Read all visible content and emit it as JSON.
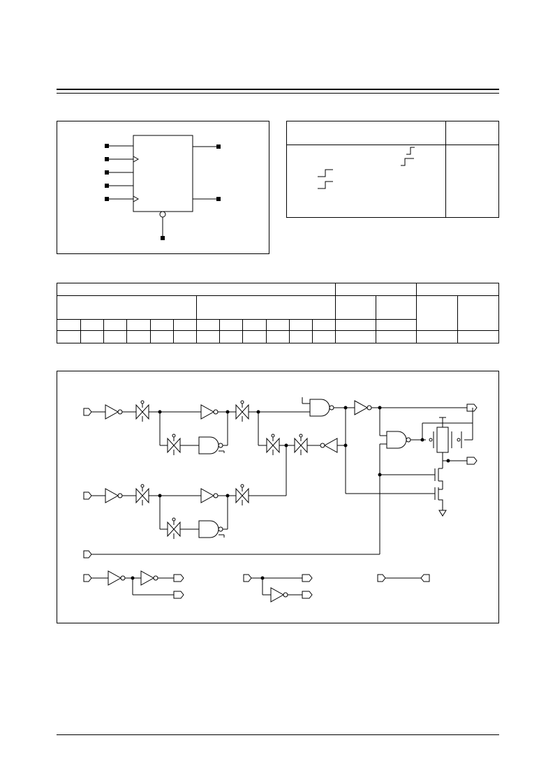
{
  "page": {
    "background_color": "#ffffff",
    "line_color": "#000000"
  },
  "symbol_diagram": {
    "input_pins": 5,
    "output_pins": 2,
    "bottom_pins": 1
  },
  "truth_table": {
    "header": [
      "",
      ""
    ],
    "rows": []
  },
  "pin_table": {
    "rows": []
  },
  "logic_diagram": {
    "elements": [
      "inverter",
      "transmission-gate",
      "nand-gate",
      "buffer",
      "mos-transistor",
      "ground-symbol",
      "input-port",
      "output-port"
    ]
  }
}
